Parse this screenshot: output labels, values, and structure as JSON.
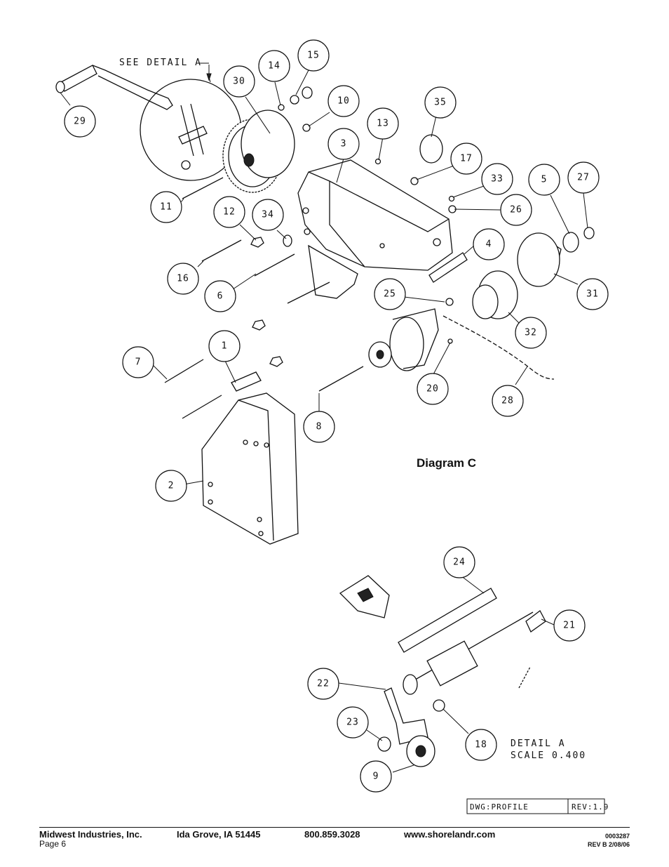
{
  "diagram": {
    "title": "Diagram C",
    "see_detail_label": "SEE DETAIL  A",
    "detail_label": "DETAIL  A",
    "scale_label": "SCALE  0.400",
    "dwg_label": "DWG:PROFILE",
    "rev_label": "REV:1.9",
    "callouts": [
      "29",
      "30",
      "14",
      "15",
      "10",
      "13",
      "35",
      "3",
      "17",
      "33",
      "5",
      "27",
      "11",
      "12",
      "34",
      "26",
      "16",
      "6",
      "4",
      "31",
      "25",
      "32",
      "7",
      "1",
      "20",
      "28",
      "8",
      "2",
      "24",
      "21",
      "22",
      "23",
      "18",
      "9"
    ]
  },
  "footer": {
    "company": "Midwest Industries, Inc.",
    "page": "Page 6",
    "city": "Ida Grove, IA  51445",
    "phone": "800.859.3028",
    "website": "www.shorelandr.com",
    "doc_number": "0003287",
    "revision": "REV  B  2/08/06"
  }
}
